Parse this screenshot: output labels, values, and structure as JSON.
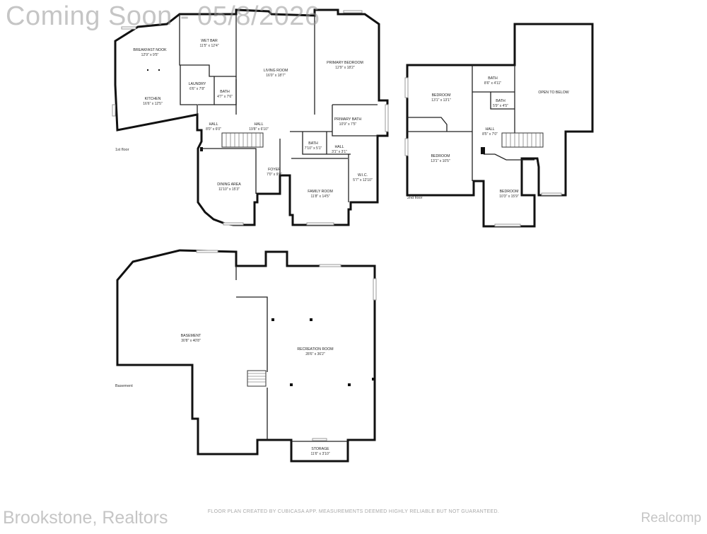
{
  "watermark": {
    "top": "Coming Soon - 05/8/2026",
    "bottom_left": "Brookstone, Realtors",
    "bottom_right": "Realcomp"
  },
  "disclaimer": "FLOOR PLAN CREATED BY CUBICASA APP. MEASUREMENTS DEEMED HIGHLY RELIABLE BUT NOT GUARANTEED.",
  "floors": {
    "first": {
      "label": "1st floor",
      "rooms": [
        {
          "name": "BREAKFAST NOOK",
          "dims": "12'9\" x 9'5\""
        },
        {
          "name": "KITCHEN",
          "dims": "16'6\" x 12'5\""
        },
        {
          "name": "WET BAR",
          "dims": "11'5\" x 12'4\""
        },
        {
          "name": "LAUNDRY",
          "dims": "6'6\" x 7'8\""
        },
        {
          "name": "BATH",
          "dims": "4'7\" x 7'6\""
        },
        {
          "name": "LIVING ROOM",
          "dims": "16'0\" x 18'7\""
        },
        {
          "name": "PRIMARY BEDROOM",
          "dims": "12'9\" x 18'2\""
        },
        {
          "name": "PRIMARY BATH",
          "dims": "10'9\" x 7'5\""
        },
        {
          "name": "HALL",
          "dims": "8'0\" x 6'0\""
        },
        {
          "name": "HALL",
          "dims": "19'8\" x 6'10\""
        },
        {
          "name": "BATH",
          "dims": "7'10\" x 5'1\""
        },
        {
          "name": "HALL",
          "dims": "3'1\" x 3'1\""
        },
        {
          "name": "DINING AREA",
          "dims": "11'10\" x 15'3\""
        },
        {
          "name": "FOYER",
          "dims": "7'0\" x 9'9\""
        },
        {
          "name": "FAMILY ROOM",
          "dims": "11'8\" x 14'5\""
        },
        {
          "name": "W.I.C.",
          "dims": "5'7\" x 12'10\""
        }
      ]
    },
    "second": {
      "label": "2nd floor",
      "rooms": [
        {
          "name": "BEDROOM",
          "dims": "13'1\" x 13'1\""
        },
        {
          "name": "BATH",
          "dims": "8'6\" x 4'11\""
        },
        {
          "name": "BATH",
          "dims": "5'9\" x 4'5\""
        },
        {
          "name": "OPEN TO BELOW",
          "dims": ""
        },
        {
          "name": "HALL",
          "dims": "8'5\" x 7'0\""
        },
        {
          "name": "BEDROOM",
          "dims": "13'1\" x 10'5\""
        },
        {
          "name": "BEDROOM",
          "dims": "10'3\" x 15'9\""
        }
      ]
    },
    "basement": {
      "label": "Basement",
      "rooms": [
        {
          "name": "BASEMENT",
          "dims": "30'8\" x 40'8\""
        },
        {
          "name": "RECREATION ROOM",
          "dims": "28'6\" x 36'2\""
        },
        {
          "name": "STORAGE",
          "dims": "11'6\" x 3'10\""
        }
      ]
    }
  }
}
